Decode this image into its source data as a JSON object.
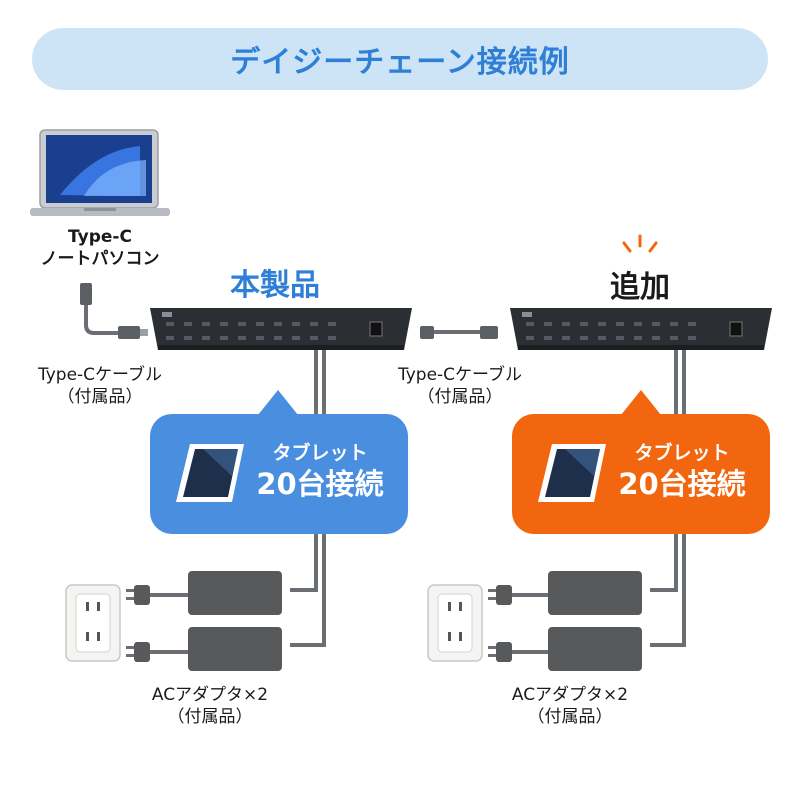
{
  "title": "デイジーチェーン接続例",
  "laptop": {
    "line1": "Type-C",
    "line2": "ノートパソコン"
  },
  "product_label": "本製品",
  "add_label": "追加",
  "cable_left": {
    "line1": "Type-Cケーブル",
    "line2": "（付属品）"
  },
  "cable_right": {
    "line1": "Type-Cケーブル",
    "line2": "（付属品）"
  },
  "callout_left": {
    "line1": "タブレット",
    "line2": "20台接続"
  },
  "callout_right": {
    "line1": "タブレット",
    "line2": "20台接続"
  },
  "adapter_left": {
    "line1": "ACアダプタ×2",
    "line2": "（付属品）"
  },
  "adapter_right": {
    "line1": "ACアダプタ×2",
    "line2": "（付属品）"
  },
  "colors": {
    "banner_bg": "#cde4f7",
    "title": "#2f7fd6",
    "callout_blue": "#4a8ee0",
    "callout_orange": "#f2660f",
    "hub": "#2b2e33",
    "adapter": "#58595b"
  },
  "icons": [
    "laptop-icon",
    "usb-hub-icon",
    "tablet-icon",
    "ac-adapter-icon",
    "wall-outlet-icon",
    "sparkle-icon"
  ]
}
